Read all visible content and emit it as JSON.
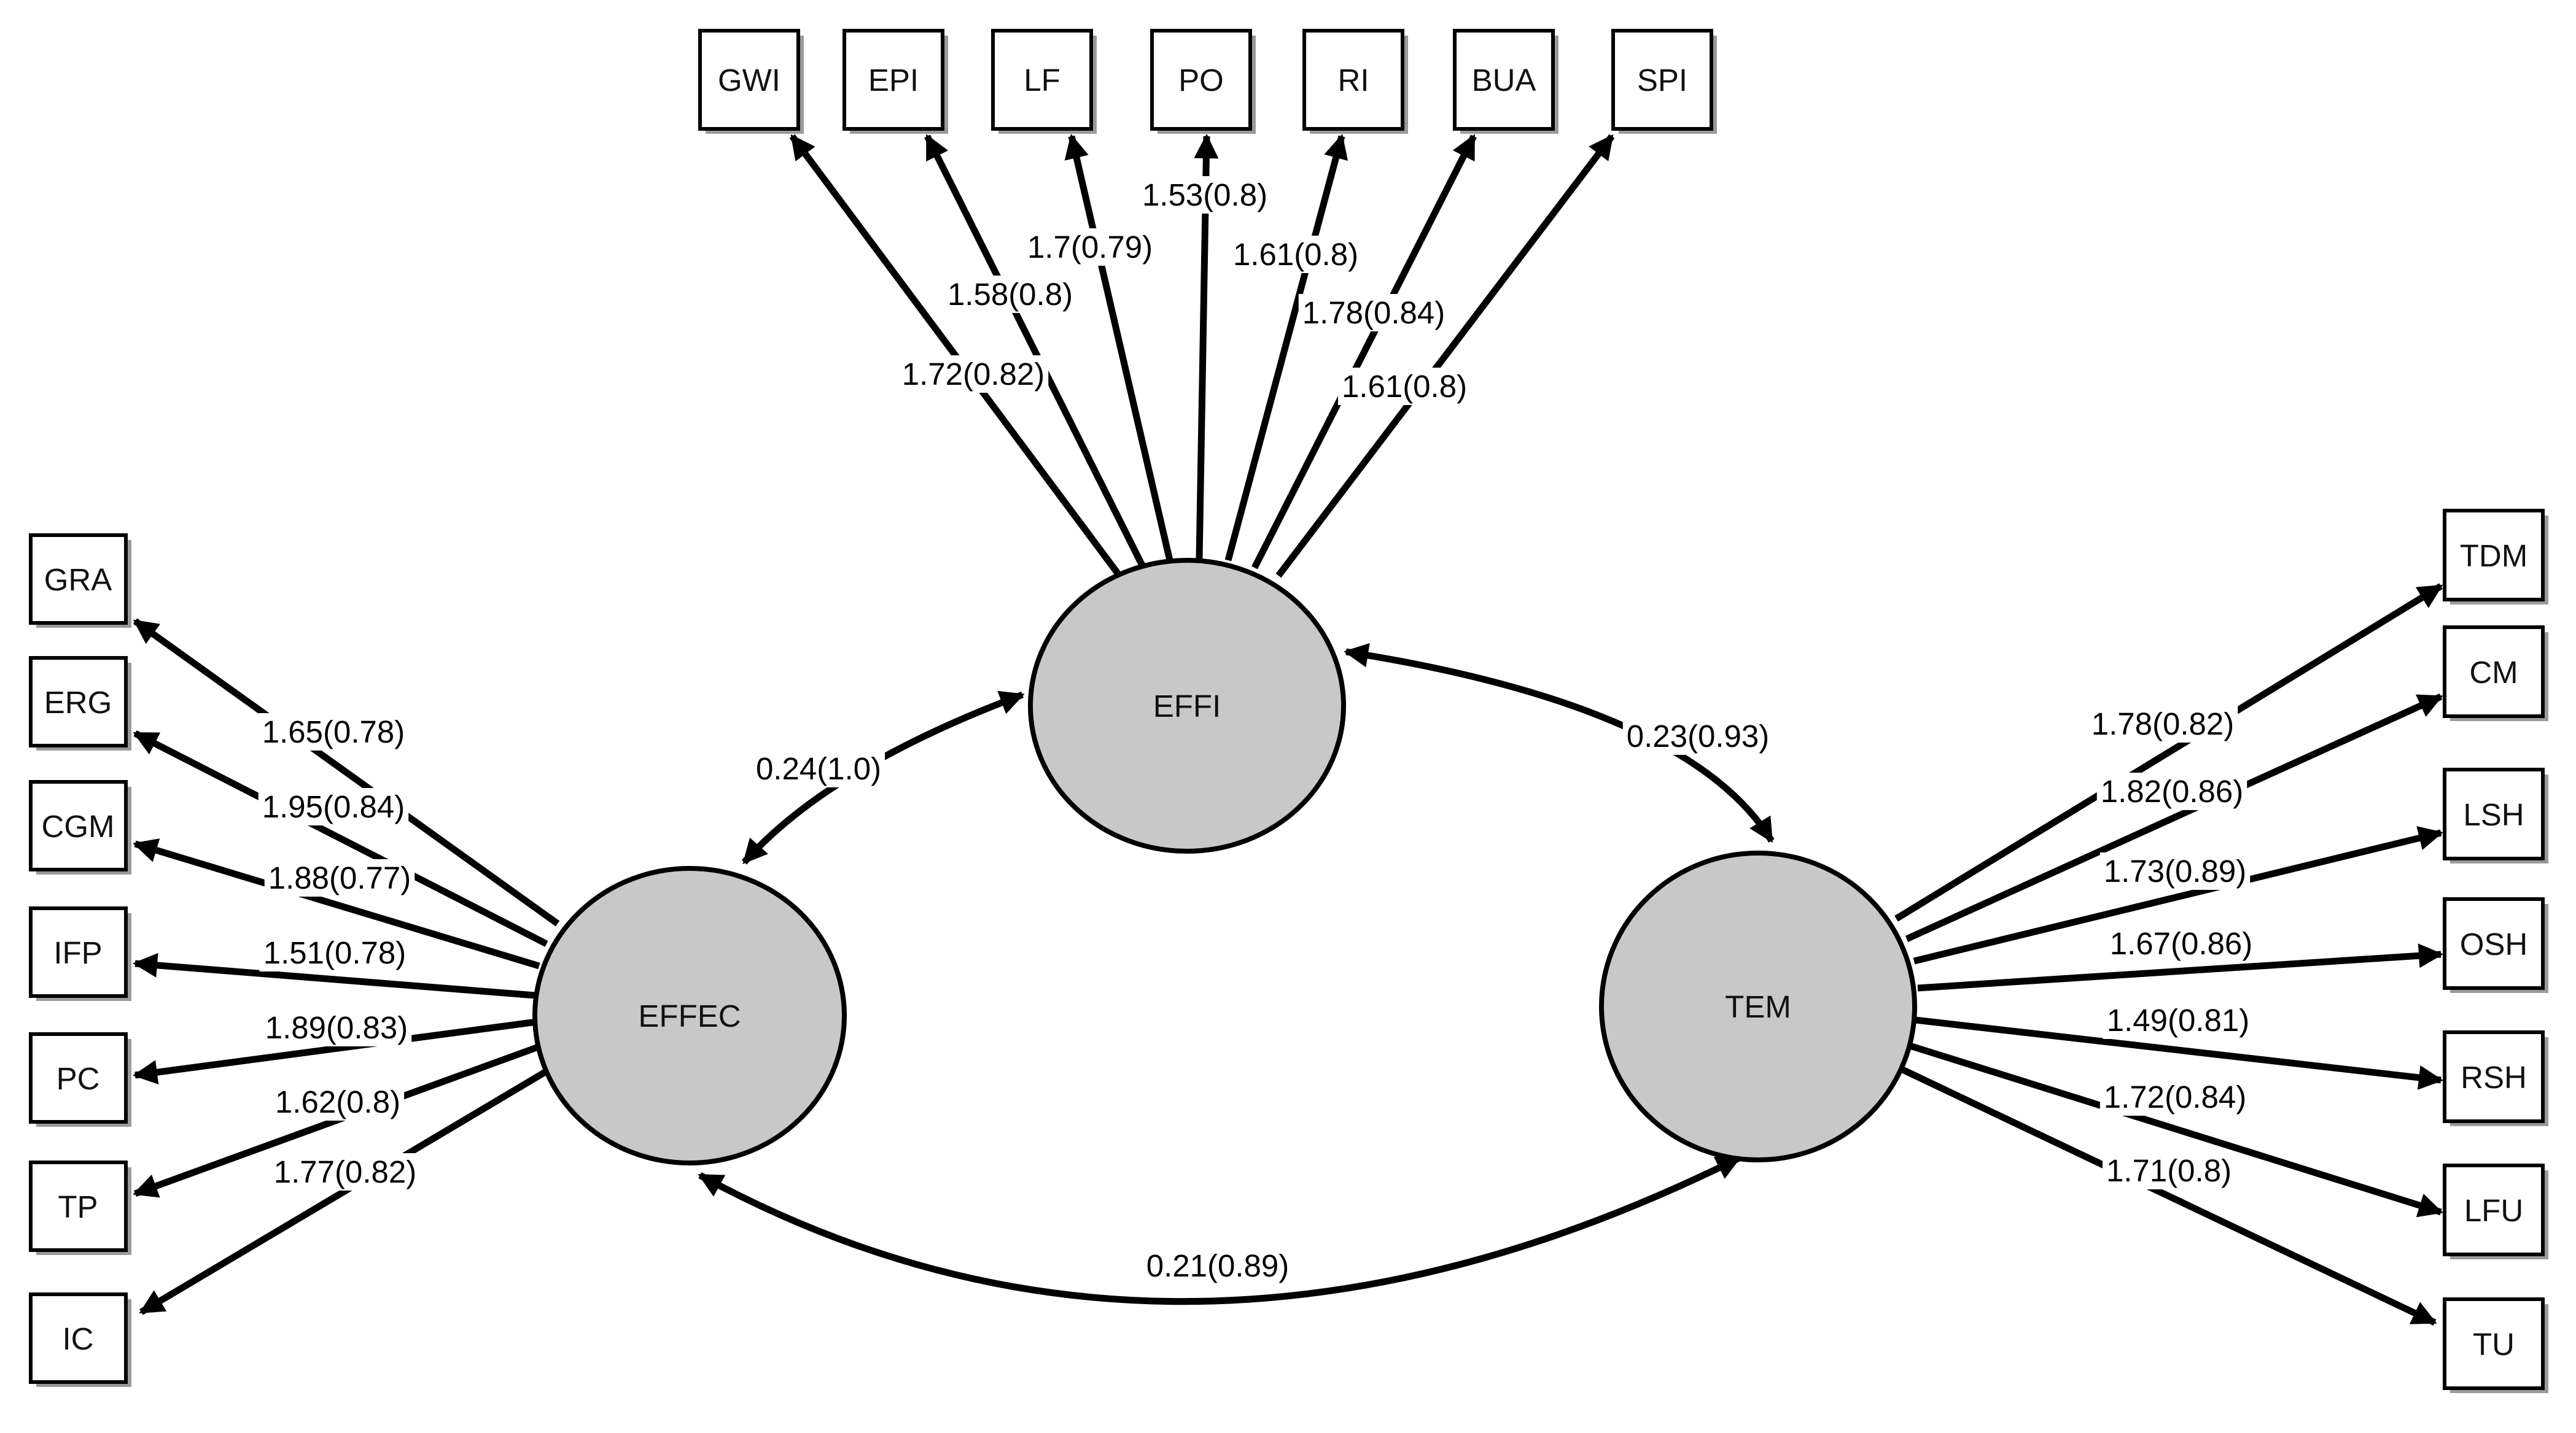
{
  "latents": {
    "effi": {
      "label": "EFFI"
    },
    "effec": {
      "label": "EFFEC"
    },
    "tem": {
      "label": "TEM"
    }
  },
  "indicators": {
    "effi": [
      {
        "label": "GWI",
        "coef": "1.72(0.82)"
      },
      {
        "label": "EPI",
        "coef": "1.58(0.8)"
      },
      {
        "label": "LF",
        "coef": "1.7(0.79)"
      },
      {
        "label": "PO",
        "coef": "1.53(0.8)"
      },
      {
        "label": "RI",
        "coef": "1.61(0.8)"
      },
      {
        "label": "BUA",
        "coef": "1.78(0.84)"
      },
      {
        "label": "SPI",
        "coef": "1.61(0.8)"
      }
    ],
    "effec": [
      {
        "label": "GRA",
        "coef": "1.65(0.78)"
      },
      {
        "label": "ERG",
        "coef": "1.95(0.84)"
      },
      {
        "label": "CGM",
        "coef": "1.88(0.77)"
      },
      {
        "label": "IFP",
        "coef": "1.51(0.78)"
      },
      {
        "label": "PC",
        "coef": "1.89(0.83)"
      },
      {
        "label": "TP",
        "coef": "1.62(0.8)"
      },
      {
        "label": "IC",
        "coef": "1.77(0.82)"
      }
    ],
    "tem": [
      {
        "label": "TDM",
        "coef": "1.78(0.82)"
      },
      {
        "label": "CM",
        "coef": "1.82(0.86)"
      },
      {
        "label": "LSH",
        "coef": "1.73(0.89)"
      },
      {
        "label": "OSH",
        "coef": "1.67(0.86)"
      },
      {
        "label": "RSH",
        "coef": "1.49(0.81)"
      },
      {
        "label": "LFU",
        "coef": "1.72(0.84)"
      },
      {
        "label": "TU",
        "coef": "1.71(0.8)"
      }
    ]
  },
  "covariances": {
    "effi_effec": "0.24(1.0)",
    "effi_tem": "0.23(0.93)",
    "effec_tem": "0.21(0.89)"
  }
}
